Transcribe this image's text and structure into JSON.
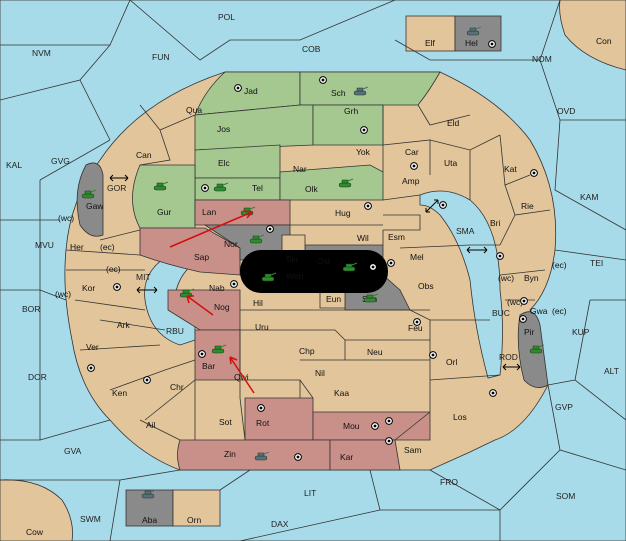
{
  "colors": {
    "sea": "#a8dbe9",
    "land": "#e2c59a",
    "green_power": "#a4c890",
    "red_power": "#c9908a",
    "gray_power": "#8a8a8a",
    "impassable": "#000000",
    "unit_green": "#2e8b2e",
    "unit_gray": "#5a6e7e",
    "arrow": "#d01010",
    "border": "#333333"
  },
  "icons": {
    "army": "tank-icon",
    "supply_center": "supply-center-icon",
    "two_way_link": "double-arrow-icon"
  },
  "sea_labels": {
    "POL": "POL",
    "NVM": "NVM",
    "FUN": "FUN",
    "COB": "COB",
    "NOM": "NOM",
    "OVD": "OVD",
    "KAL": "KAL",
    "GVG": "GVG",
    "KAM": "KAM",
    "MVU": "MVU",
    "TEI": "TEI",
    "SMA": "SMA",
    "BOR": "BOR",
    "MIT": "MIT",
    "BUC": "BUC",
    "KUP": "KUP",
    "DOR": "DOR",
    "ALT": "ALT",
    "GVP": "GVP",
    "GVA": "GVA",
    "FRO": "FRO",
    "SOM": "SOM",
    "LIT": "LIT",
    "SWM": "SWM",
    "DAX": "DAX",
    "GOR": "GOR",
    "RBU": "RBU",
    "ROD": "ROD"
  },
  "land_labels": {
    "Con": "Con",
    "Elf": "Elf",
    "Hel": "Hel",
    "Cow": "Cow",
    "Aba": "Aba",
    "Orn": "Orn",
    "Jad": "Jad",
    "Sch": "Sch",
    "Qua": "Qua",
    "Jos": "Jos",
    "Grh": "Grh",
    "Can": "Can",
    "Elc": "Elc",
    "Nar": "Nar",
    "Yok": "Yok",
    "Car": "Car",
    "Eld": "Eld",
    "Uta": "Uta",
    "Kat": "Kat",
    "Gaw": "Gaw",
    "Gur": "Gur",
    "Tel": "Tel",
    "Olk": "Olk",
    "Amp": "Amp",
    "Lan": "Lan",
    "Hug": "Hug",
    "Rie": "Rie",
    "Bri": "Bri",
    "Her": "Her",
    "Sap": "Sap",
    "Nor": "Nor",
    "Wil": "Wil",
    "Esm": "Esm",
    "Skr": "Skr",
    "Ost": "Ost",
    "Web": "Web",
    "Mel": "Mel",
    "Kor": "Kor",
    "Nab": "Nab",
    "Eun": "Eun",
    "Sun": "Sun",
    "Obs": "Obs",
    "Byn": "Byn",
    "Gwa": "Gwa",
    "Hil": "Hil",
    "Nog": "Nog",
    "Ark": "Ark",
    "Uru": "Uru",
    "Feu": "Feu",
    "Pir": "Pir",
    "Ver": "Ver",
    "Chp": "Chp",
    "Neu": "Neu",
    "Bar": "Bar",
    "Qwi": "Qwi",
    "Nil": "Nil",
    "Orl": "Orl",
    "Chr": "Chr",
    "Ken": "Ken",
    "Kaa": "Kaa",
    "Ail": "Ail",
    "Sot": "Sot",
    "Rot": "Rot",
    "Mou": "Mou",
    "Los": "Los",
    "Zin": "Zin",
    "Kar": "Kar",
    "Sam": "Sam"
  },
  "coast_markers": {
    "her_wc": "(wc)",
    "her_ec": "(ec)",
    "kor_wc": "(wc)",
    "kor_ec": "(ec)",
    "byn_wc": "(wc)",
    "byn_ec": "(ec)",
    "gwa_wc": "(wc)",
    "gwa_ec": "(ec)"
  }
}
